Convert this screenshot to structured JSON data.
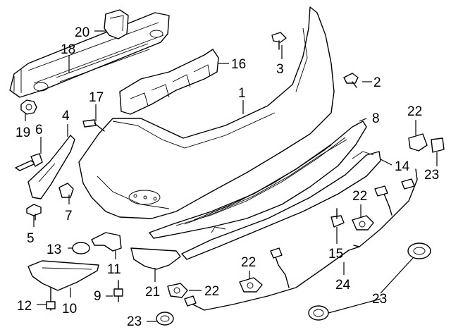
{
  "callouts": [
    {
      "id": "c1",
      "label": "1"
    },
    {
      "id": "c2",
      "label": "2"
    },
    {
      "id": "c3",
      "label": "3"
    },
    {
      "id": "c4",
      "label": "4"
    },
    {
      "id": "c5",
      "label": "5"
    },
    {
      "id": "c6",
      "label": "6"
    },
    {
      "id": "c7",
      "label": "7"
    },
    {
      "id": "c8",
      "label": "8"
    },
    {
      "id": "c9",
      "label": "9"
    },
    {
      "id": "c10",
      "label": "10"
    },
    {
      "id": "c11",
      "label": "11"
    },
    {
      "id": "c12",
      "label": "12"
    },
    {
      "id": "c13",
      "label": "13"
    },
    {
      "id": "c14",
      "label": "14"
    },
    {
      "id": "c15",
      "label": "15"
    },
    {
      "id": "c16",
      "label": "16"
    },
    {
      "id": "c17",
      "label": "17"
    },
    {
      "id": "c18",
      "label": "18"
    },
    {
      "id": "c19",
      "label": "19"
    },
    {
      "id": "c20",
      "label": "20"
    },
    {
      "id": "c21",
      "label": "21"
    },
    {
      "id": "c22a",
      "label": "22"
    },
    {
      "id": "c22b",
      "label": "22"
    },
    {
      "id": "c22c",
      "label": "22"
    },
    {
      "id": "c22d",
      "label": "22"
    },
    {
      "id": "c23a",
      "label": "23"
    },
    {
      "id": "c23b",
      "label": "23"
    },
    {
      "id": "c23c",
      "label": "23"
    },
    {
      "id": "c24",
      "label": "24"
    }
  ]
}
